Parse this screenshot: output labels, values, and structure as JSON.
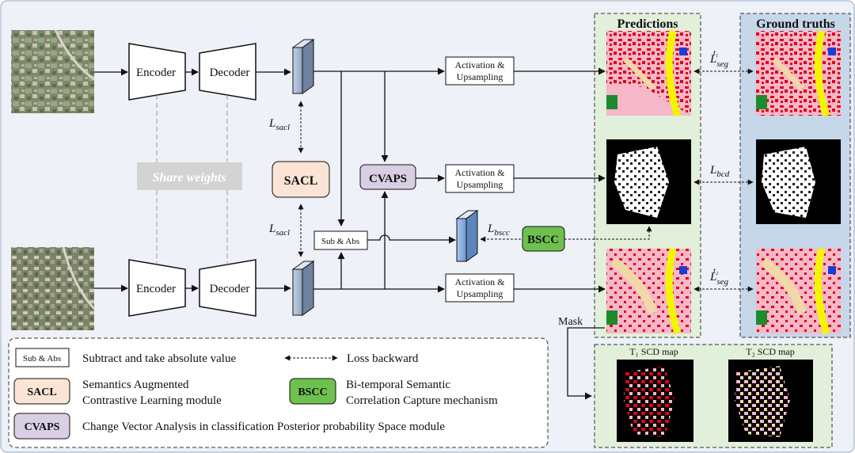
{
  "labels": {
    "encoder_top": "Encoder",
    "decoder_top": "Decoder",
    "encoder_bottom": "Encoder",
    "decoder_bottom": "Decoder",
    "share_weights": "Share weights",
    "sacl": "SACL",
    "cvaps": "CVAPS",
    "bscc": "BSCC",
    "sub_abs": "Sub & Abs",
    "act_up_1a": "Activation &",
    "act_up_1b": "Upsampling",
    "act_up_2a": "Activation &",
    "act_up_2b": "Upsampling",
    "act_up_3a": "Activation &",
    "act_up_3b": "Upsampling",
    "predictions": "Predictions",
    "ground_truths": "Ground truths",
    "mask": "Mask",
    "t1_scd_map": "T₁ SCD map",
    "t2_scd_map": "T₂ SCD map"
  },
  "losses": {
    "l_sacl_top_main": "L",
    "l_sacl_top_sub": "sacl",
    "l_sacl_bottom_main": "L",
    "l_sacl_bottom_sub": "sacl",
    "l_bscc_main": "L",
    "l_bscc_sub": "bscc",
    "l_bcd_main": "L",
    "l_bcd_sub": "bcd",
    "l_seg1_main": "L",
    "l_seg1_sub": "seg",
    "l_seg1_sup": "t₁",
    "l_seg2_main": "L",
    "l_seg2_sub": "seg",
    "l_seg2_sup": "t₂"
  },
  "legend": {
    "sub_abs_key": "Sub & Abs",
    "sub_abs_desc": "Subtract and take absolute value",
    "loss_desc": "Loss backward",
    "sacl_key": "SACL",
    "sacl_desc_1": "Semantics Augmented",
    "sacl_desc_2": "Contrastive Learning module",
    "bscc_key": "BSCC",
    "bscc_desc_1": "Bi-temporal Semantic",
    "bscc_desc_2": "Correlation Capture mechanism",
    "cvaps_key": "CVAPS",
    "cvaps_desc": "Change Vector Analysis in classification Posterior probability Space module"
  },
  "colors": {
    "sacl_fill": "#fbe4d5",
    "cvaps_fill": "#d9cfe4",
    "bscc_fill": "#6ec04f",
    "predictions_bg": "#e2efda",
    "ground_truths_bg": "#c7d7ea",
    "page_bg": "#eef1f7",
    "share_weights_bg": "#d3d3d3",
    "seg_pink": "#f4b8c8",
    "seg_red": "#e0001b",
    "seg_yellow": "#f5f500",
    "seg_green": "#1e8a2e",
    "seg_blue": "#1a3cd8",
    "seg_tan": "#f2d7a8"
  },
  "icons": {
    "feature_map": "feature-map-prism",
    "loss_arrow": "dashed-double-arrow"
  }
}
